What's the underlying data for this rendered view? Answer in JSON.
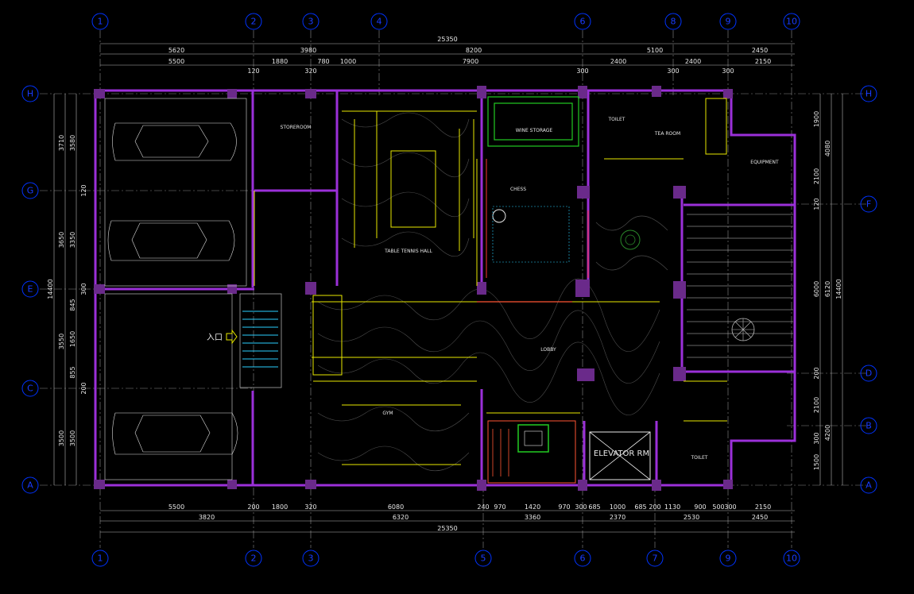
{
  "grid": {
    "top": [
      "1",
      "2",
      "3",
      "4",
      "6",
      "8",
      "9",
      "10"
    ],
    "bottom": [
      "1",
      "2",
      "3",
      "5",
      "6",
      "7",
      "9",
      "10"
    ],
    "left": [
      "H",
      "G",
      "E",
      "C",
      "A"
    ],
    "right": [
      "H",
      "F",
      "D",
      "B",
      "A"
    ]
  },
  "dims": {
    "top_total": "25350",
    "top_row1": [
      "5620",
      "3980",
      "8200",
      "5100",
      "2450"
    ],
    "top_row2": [
      "5500",
      "1880",
      "780",
      "1000",
      "7900",
      "2400",
      "2400",
      "2150"
    ],
    "top_small": [
      "120",
      "320",
      "300",
      "300",
      "300"
    ],
    "bottom_row1": [
      "5500",
      "200",
      "1800",
      "320",
      "6080",
      "240",
      "970",
      "1420",
      "970",
      "300",
      "685",
      "1000",
      "685",
      "200",
      "1130",
      "900",
      "500",
      "300",
      "2150"
    ],
    "bottom_row2": [
      "3820",
      "6320",
      "3360",
      "2370",
      "2530",
      "2450"
    ],
    "bottom_total": "25350",
    "left_outer": [
      "3710",
      "3650",
      "3550",
      "3500"
    ],
    "left_inner": [
      "3580",
      "120",
      "3350",
      "300",
      "845",
      "1650",
      "855",
      "200",
      "3500"
    ],
    "left_total": "14400",
    "right_inner": [
      "1900",
      "2100",
      "120",
      "6000",
      "200",
      "2100",
      "300",
      "1500"
    ],
    "right_mid": [
      "4080",
      "6120",
      "4200"
    ],
    "right_total": "14400"
  },
  "rooms": {
    "storeroom": "STOREROOM",
    "table_tennis": "TABLE TENNIS HALL",
    "wine_storage": "WINE STORAGE",
    "chess": "CHESS",
    "toilet_top": "TOILET",
    "tea_room": "TEA ROOM",
    "equipment": "EQUIPMENT",
    "lobby": "LOBBY",
    "gym": "GYM",
    "elevator": "ELEVATOR RM",
    "toilet_bottom": "TOILET",
    "entrance": "入口"
  }
}
